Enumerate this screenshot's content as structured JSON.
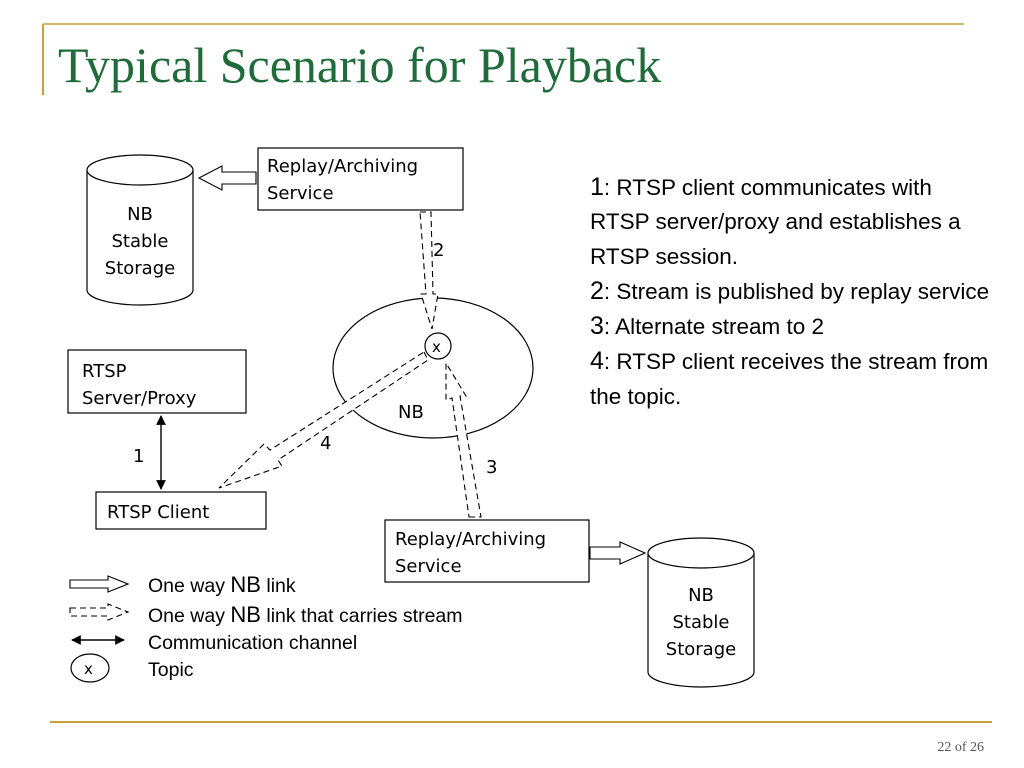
{
  "slide": {
    "title": "Typical Scenario for Playback",
    "page_label": "22 of 26"
  },
  "diagram": {
    "service_top": [
      "Replay/Archiving",
      "Service"
    ],
    "service_bottom": [
      "Replay/Archiving",
      "Service"
    ],
    "storage_top": [
      "NB",
      "Stable",
      "Storage"
    ],
    "storage_bottom": [
      "NB",
      "Stable",
      "Storage"
    ],
    "rtsp_server": [
      "RTSP",
      "Server/Proxy"
    ],
    "rtsp_client": "RTSP Client",
    "nb_label": "NB",
    "topic_label": "x",
    "arrow_labels": {
      "1": "1",
      "2": "2",
      "3": "3",
      "4": "4"
    }
  },
  "description": [
    {
      "num": "1",
      "text": ": RTSP client communicates with RTSP server/proxy and establishes a RTSP session."
    },
    {
      "num": "2",
      "text": ": Stream is published by replay service"
    },
    {
      "num": "3",
      "text": ": Alternate stream to 2"
    },
    {
      "num": "4",
      "text": ": RTSP client receives the stream from the topic."
    }
  ],
  "legend": {
    "link_prefix": "One way ",
    "link_nb": "NB",
    "link_suffix": " link",
    "stream_prefix": "One way ",
    "stream_nb": "NB",
    "stream_suffix": " link that carries stream",
    "channel": "Communication channel",
    "topic": "Topic",
    "topic_symbol": "x"
  },
  "colors": {
    "title": "#1f6b3a",
    "accent_rule": "#c8a03c"
  }
}
